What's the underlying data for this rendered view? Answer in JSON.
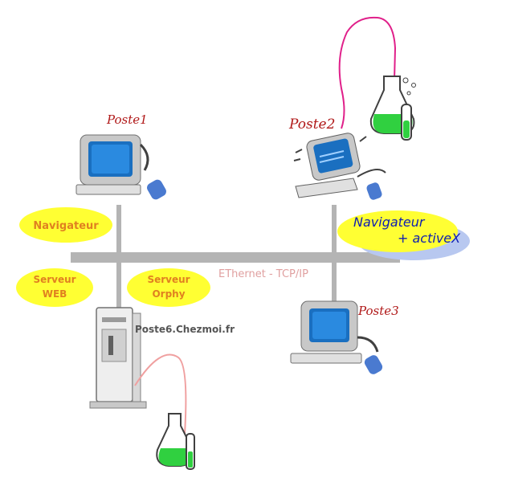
{
  "network": {
    "bus_label": "EThernet - TCP/IP"
  },
  "stations": {
    "poste1": {
      "label": "Poste1",
      "software": "Navigateur"
    },
    "poste2": {
      "label": "Poste2",
      "software_line1": "Navigateur",
      "software_line2": "+ activeX"
    },
    "poste3": {
      "label": "Poste3"
    }
  },
  "server": {
    "hostname": "Poste6.Chezmoi.fr",
    "service1_line1": "Serveur",
    "service1_line2": "WEB",
    "service2_line1": "Serveur",
    "service2_line2": "Orphy"
  },
  "colors": {
    "bubble_yellow": "#ffff33",
    "bubble_blue": "#b8c8f0",
    "bus_gray": "#b4b4b4",
    "cable_magenta": "#e0208a",
    "liquid_green": "#30d040"
  }
}
